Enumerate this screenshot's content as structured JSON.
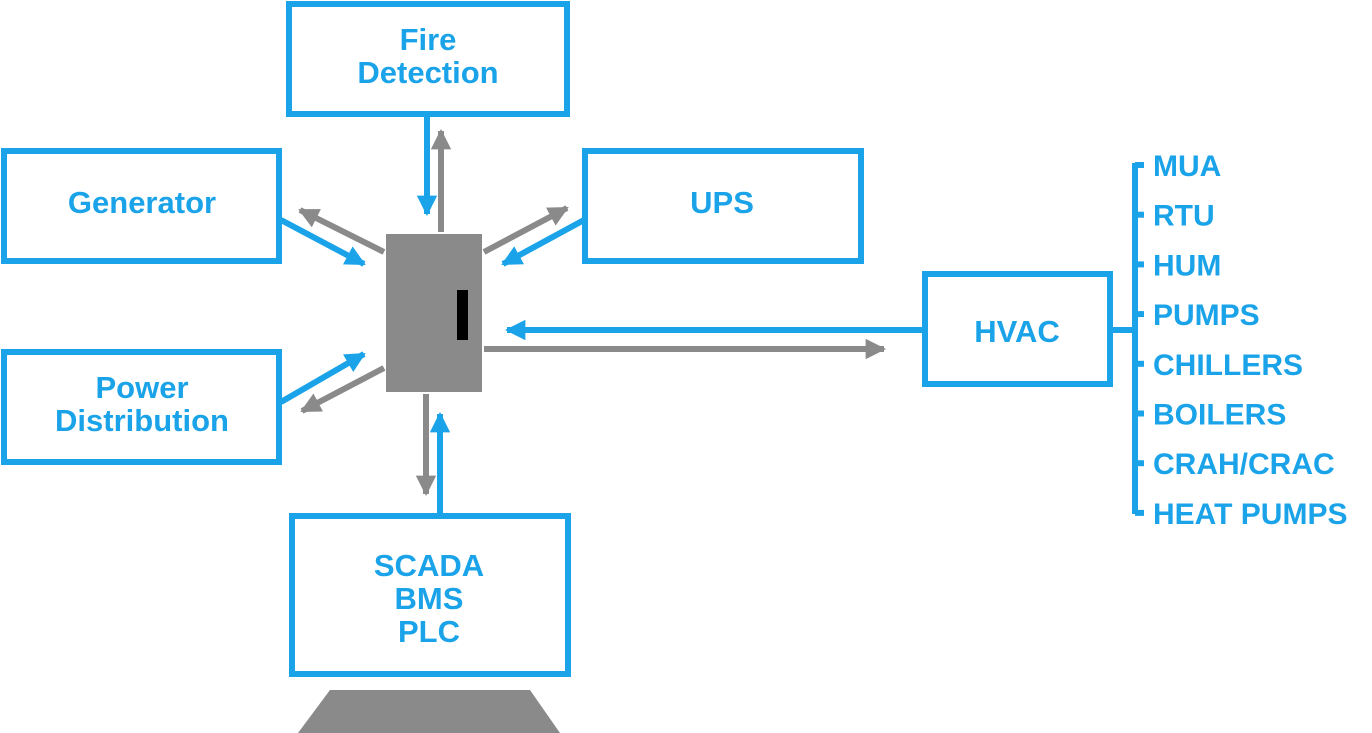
{
  "colors": {
    "accent": "#1aa3e8",
    "connector": "#8a8a8a",
    "controller_body": "#8a8a8a",
    "controller_slot": "#000000",
    "background": "#ffffff"
  },
  "boxes": {
    "fire_detection": {
      "lines": [
        "Fire",
        "Detection"
      ]
    },
    "generator": {
      "lines": [
        "Generator"
      ]
    },
    "ups": {
      "lines": [
        "UPS"
      ]
    },
    "power_distribution": {
      "lines": [
        "Power",
        "Distribution"
      ]
    },
    "hvac": {
      "lines": [
        "HVAC"
      ]
    },
    "scada": {
      "lines": [
        "SCADA",
        "BMS",
        "PLC"
      ]
    }
  },
  "hvac_items": [
    "MUA",
    "RTU",
    "HUM",
    "PUMPS",
    "CHILLERS",
    "BOILERS",
    "CRAH/CRAC",
    "HEAT PUMPS"
  ]
}
